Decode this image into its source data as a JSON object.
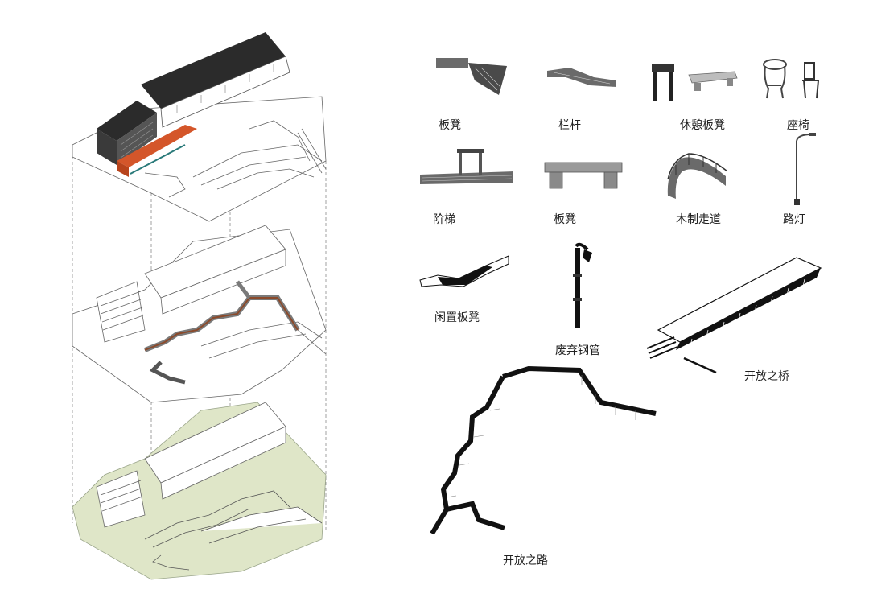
{
  "labels": {
    "l1": "板凳",
    "l2": "栏杆",
    "l3": "休憩板凳",
    "l4": "座椅",
    "l5": "阶梯",
    "l6": "板凳",
    "l7": "木制走道",
    "l8": "路灯",
    "l9": "闲置板凳",
    "l10": "废弃钢管",
    "l11": "开放之桥",
    "l12": "开放之路"
  },
  "colors": {
    "roof": "#2b2b2b",
    "orange": "#d4562a",
    "green": "#dfe6c8",
    "line": "#6a6a6a",
    "path": "#111111"
  }
}
